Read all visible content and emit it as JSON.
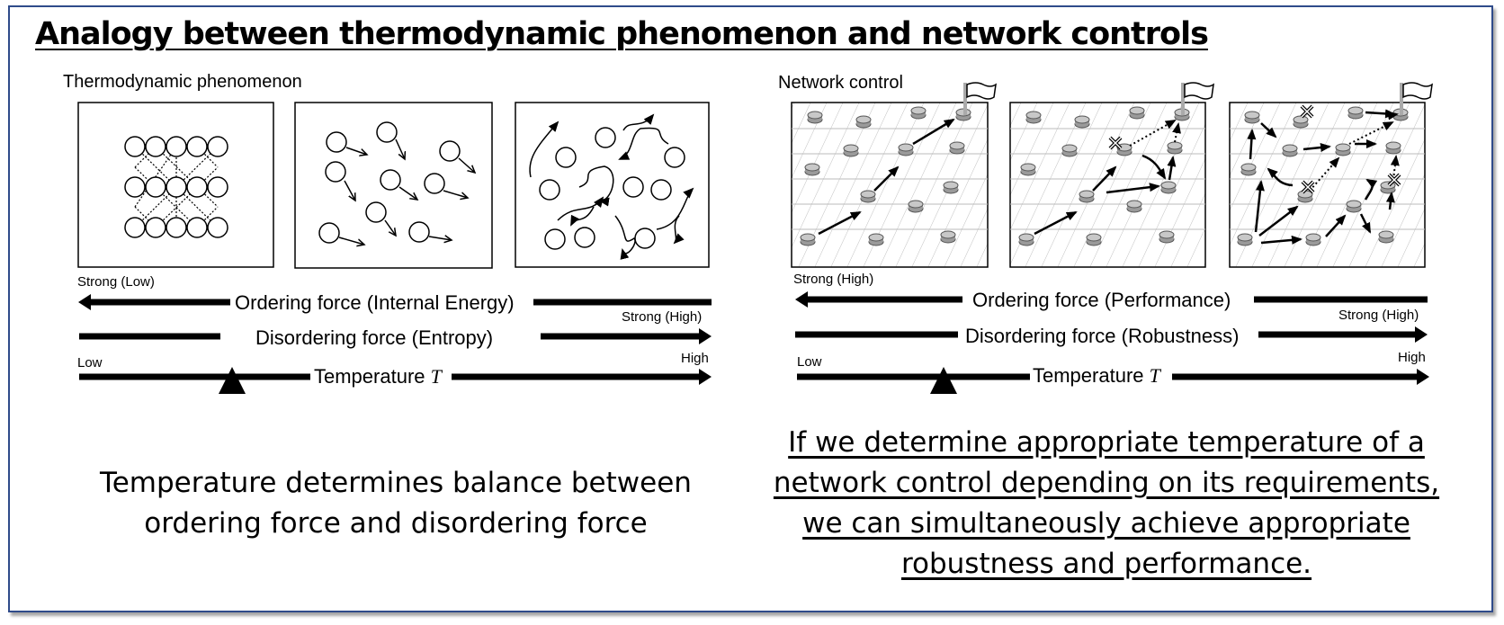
{
  "title": "Analogy between thermodynamic phenomenon and network controls",
  "left": {
    "heading": "Thermodynamic phenomenon",
    "strong_low": "Strong (Low)",
    "strong_high": "Strong (High)",
    "ordering": "Ordering force (Internal Energy)",
    "disordering": "Disordering force (Entropy)",
    "low": "Low",
    "high": "High",
    "temperature": "Temperature",
    "temperature_symbol": "T",
    "caption_lines": [
      "Temperature determines balance between",
      "ordering force and disordering force"
    ]
  },
  "right": {
    "heading": "Network control",
    "strong_high_top": "Strong (High)",
    "strong_high_mid": "Strong (High)",
    "ordering": "Ordering force (Performance)",
    "disordering": "Disordering force (Robustness)",
    "low": "Low",
    "high": "High",
    "temperature": "Temperature",
    "temperature_symbol": "T",
    "caption_lines": [
      "If we determine appropriate temperature of a",
      "network control depending on its requirements,",
      "we can simultaneously achieve appropriate",
      "robustness and performance."
    ]
  }
}
